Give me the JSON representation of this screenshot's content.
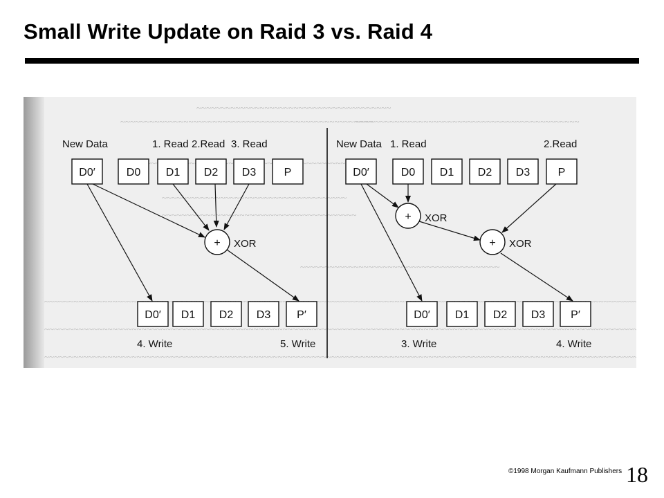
{
  "slide": {
    "title": "Small Write Update on Raid 3 vs. Raid 4",
    "footer": "©1998 Morgan Kaufmann Publishers",
    "page_number": "18"
  },
  "left": {
    "new_data": "New Data",
    "read_labels": [
      "1. Read",
      "2.Read",
      "3. Read"
    ],
    "top_boxes": [
      "D0′",
      "D0",
      "D1",
      "D2",
      "D3",
      "P"
    ],
    "xor_symbol": "+",
    "xor_label": "XOR",
    "bottom_boxes": [
      "D0′",
      "D1",
      "D2",
      "D3",
      "P′"
    ],
    "write_labels": [
      "4. Write",
      "5. Write"
    ]
  },
  "right": {
    "new_data": "New Data",
    "read_labels": [
      "1. Read",
      "2.Read"
    ],
    "top_boxes": [
      "D0′",
      "D0",
      "D1",
      "D2",
      "D3",
      "P"
    ],
    "xor_symbol": "+",
    "xor_label": "XOR",
    "xor2_symbol": "+",
    "xor2_label": "XOR",
    "bottom_boxes": [
      "D0′",
      "D1",
      "D2",
      "D3",
      "P′"
    ],
    "write_labels": [
      "3. Write",
      "4. Write"
    ]
  }
}
